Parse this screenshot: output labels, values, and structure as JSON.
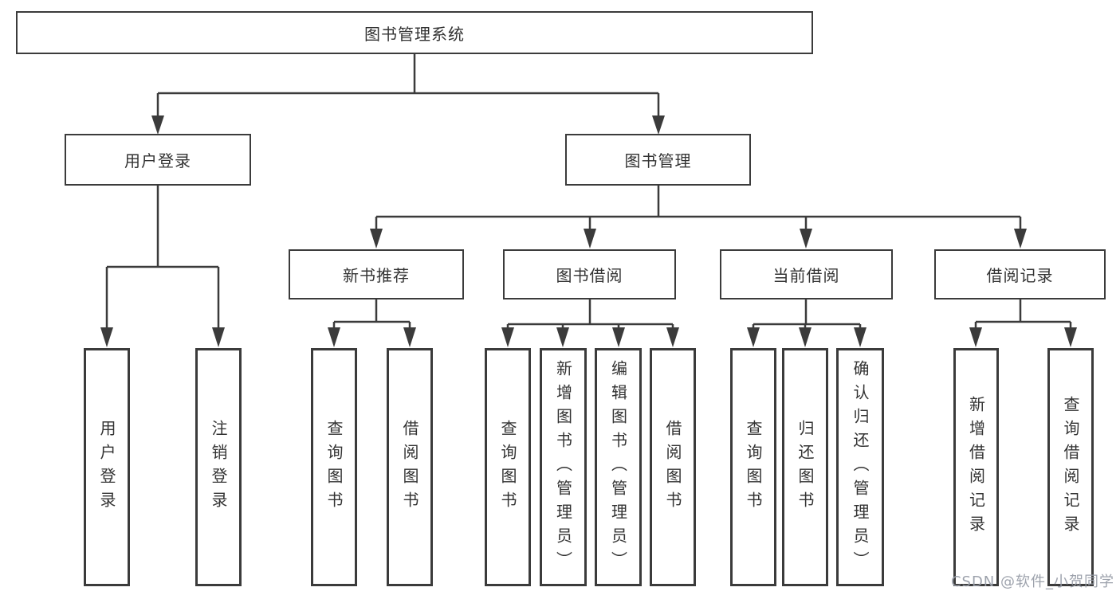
{
  "tree": {
    "root": {
      "label": "图书管理系统",
      "children": [
        {
          "label": "用户登录",
          "children": [
            {
              "label": "用户登录"
            },
            {
              "label": "注销登录"
            }
          ]
        },
        {
          "label": "图书管理",
          "children": [
            {
              "label": "新书推荐",
              "children": [
                {
                  "label": "查询图书"
                },
                {
                  "label": "借阅图书"
                }
              ]
            },
            {
              "label": "图书借阅",
              "children": [
                {
                  "label": "查询图书"
                },
                {
                  "label": "新增图书（管理员）"
                },
                {
                  "label": "编辑图书（管理员）"
                },
                {
                  "label": "借阅图书"
                }
              ]
            },
            {
              "label": "当前借阅",
              "children": [
                {
                  "label": "查询图书"
                },
                {
                  "label": "归还图书"
                },
                {
                  "label": "确认归还（管理员）"
                }
              ]
            },
            {
              "label": "借阅记录",
              "children": [
                {
                  "label": "新增借阅记录"
                },
                {
                  "label": "查询借阅记录"
                }
              ]
            }
          ]
        }
      ]
    }
  },
  "watermark": "CSDN @软件_小贺同学",
  "colors": {
    "line": "#3b3b3b",
    "text": "#333333",
    "watermark": "#989da8",
    "background": "#ffffff"
  }
}
